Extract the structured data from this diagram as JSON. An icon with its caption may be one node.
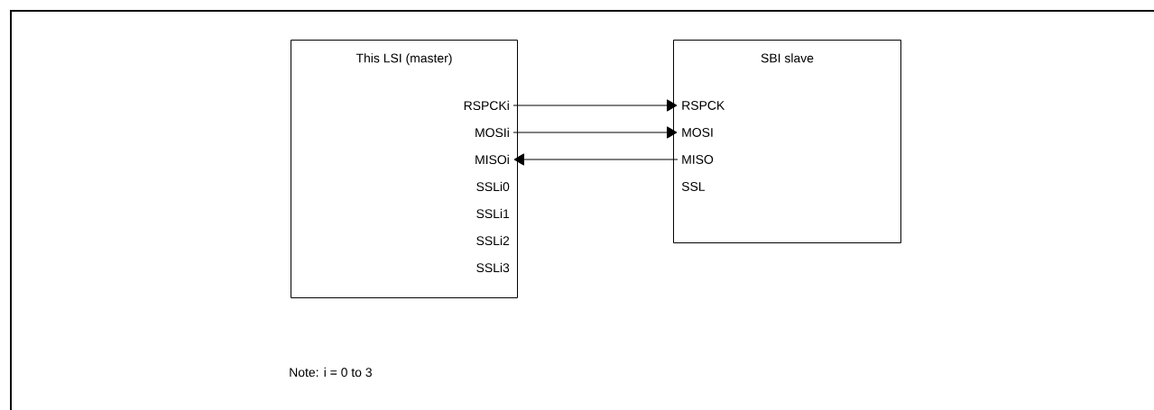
{
  "diagram": {
    "nodes": [
      {
        "text": [
          "This LSI (master)"
        ]
      },
      {
        "text": [
          "RSPCKi"
        ],
        "in": 0
      },
      {
        "text": [
          "MOSIi"
        ],
        "in": 0
      },
      {
        "text": [
          "MISOi"
        ],
        "in": 0
      },
      {
        "text": [
          "SSLi0"
        ],
        "in": 0
      },
      {
        "text": [
          "SSLi1"
        ],
        "in": 0
      },
      {
        "text": [
          "SSLi2"
        ],
        "in": 0
      },
      {
        "text": [
          "SSLi3"
        ],
        "in": 0
      },
      {
        "text": [
          "SBI slave"
        ]
      },
      {
        "text": [
          "RSPCK"
        ],
        "in": 8
      },
      {
        "text": [
          "MOSI"
        ],
        "in": 8
      },
      {
        "text": [
          "MISO"
        ],
        "in": 8
      },
      {
        "text": [
          "SSL"
        ],
        "in": 8
      }
    ],
    "edges": [
      {
        "from": 1,
        "to": 9,
        "arrow": "to"
      },
      {
        "from": 2,
        "to": 10,
        "arrow": "to"
      },
      {
        "from": 11,
        "to": 3,
        "arrow": "to"
      }
    ],
    "labels": [
      "Note:  i = 0 to 3"
    ]
  }
}
